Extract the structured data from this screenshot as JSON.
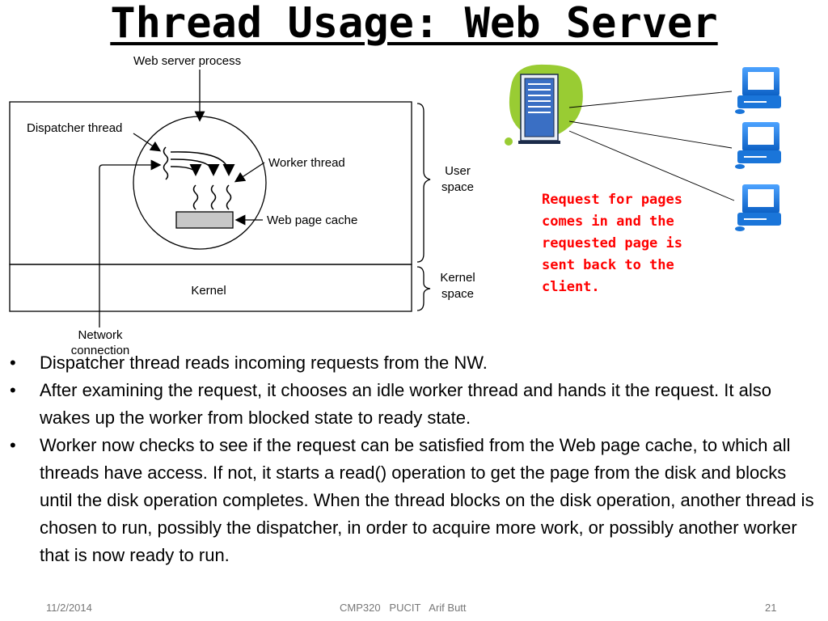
{
  "slide": {
    "title": "Thread Usage: Web Server"
  },
  "diagram": {
    "web_server_process": "Web server process",
    "dispatcher_thread": "Dispatcher thread",
    "worker_thread": "Worker thread",
    "web_page_cache": "Web page cache",
    "user_space_line1": "User",
    "user_space_line2": "space",
    "kernel_space_line1": "Kernel",
    "kernel_space_line2": "space",
    "kernel": "Kernel",
    "network_line1": "Network",
    "network_line2": "connection"
  },
  "illustration": {
    "icons": [
      "server-icon",
      "client-computer-icon",
      "client-computer-icon",
      "client-computer-icon"
    ],
    "server_accent": "#99cc33",
    "client_color": "#1a75d9",
    "note": "Request for pages comes in and the requested page is sent back to the client."
  },
  "bullets": [
    "Dispatcher thread reads incoming requests from the NW.",
    "After examining the request, it chooses an idle worker thread and hands it the request. It also wakes up the worker from blocked state to ready state.",
    "Worker now checks to see if the request can be satisfied from the Web page cache, to which all threads have access. If not, it starts a read() operation to get the page from the disk and blocks until the disk operation completes. When the thread blocks on the disk operation, another thread is chosen to run, possibly the dispatcher, in order to acquire more work, or possibly another worker that is now ready to run."
  ],
  "bullet_symbol": "•",
  "footer": {
    "date": "11/2/2014",
    "center": "CMP320   PUCIT   Arif Butt",
    "page": "21"
  }
}
